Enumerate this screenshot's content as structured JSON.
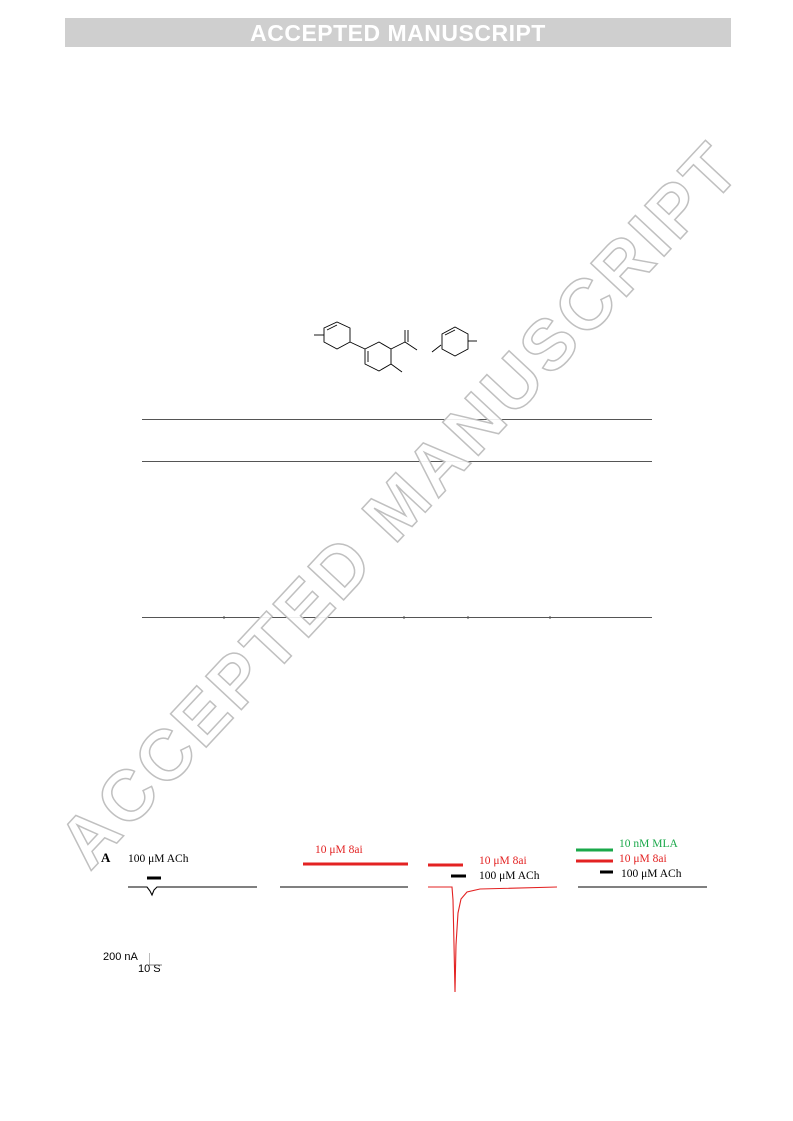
{
  "banner": {
    "text": "ACCEPTED MANUSCRIPT"
  },
  "watermark": {
    "text": "ACCEPTED MANUSCRIPT"
  },
  "figure": {
    "panel_label": "A",
    "traces": [
      {
        "labels": [
          {
            "text": "100 μM ACh",
            "color": "#000000"
          }
        ]
      },
      {
        "labels": [
          {
            "text": "10 μM 8ai",
            "color": "#e32222"
          }
        ]
      },
      {
        "labels": [
          {
            "text": "10 μM 8ai",
            "color": "#e32222"
          },
          {
            "text": "100 μM ACh",
            "color": "#000000"
          }
        ]
      },
      {
        "labels": [
          {
            "text": "10 nM MLA",
            "color": "#1aa84a"
          },
          {
            "text": "10 μM 8ai",
            "color": "#e32222"
          },
          {
            "text": "100 μM ACh",
            "color": "#000000"
          }
        ]
      }
    ],
    "scale_bar": {
      "vertical": "200 nA",
      "horizontal": "10 S"
    }
  }
}
